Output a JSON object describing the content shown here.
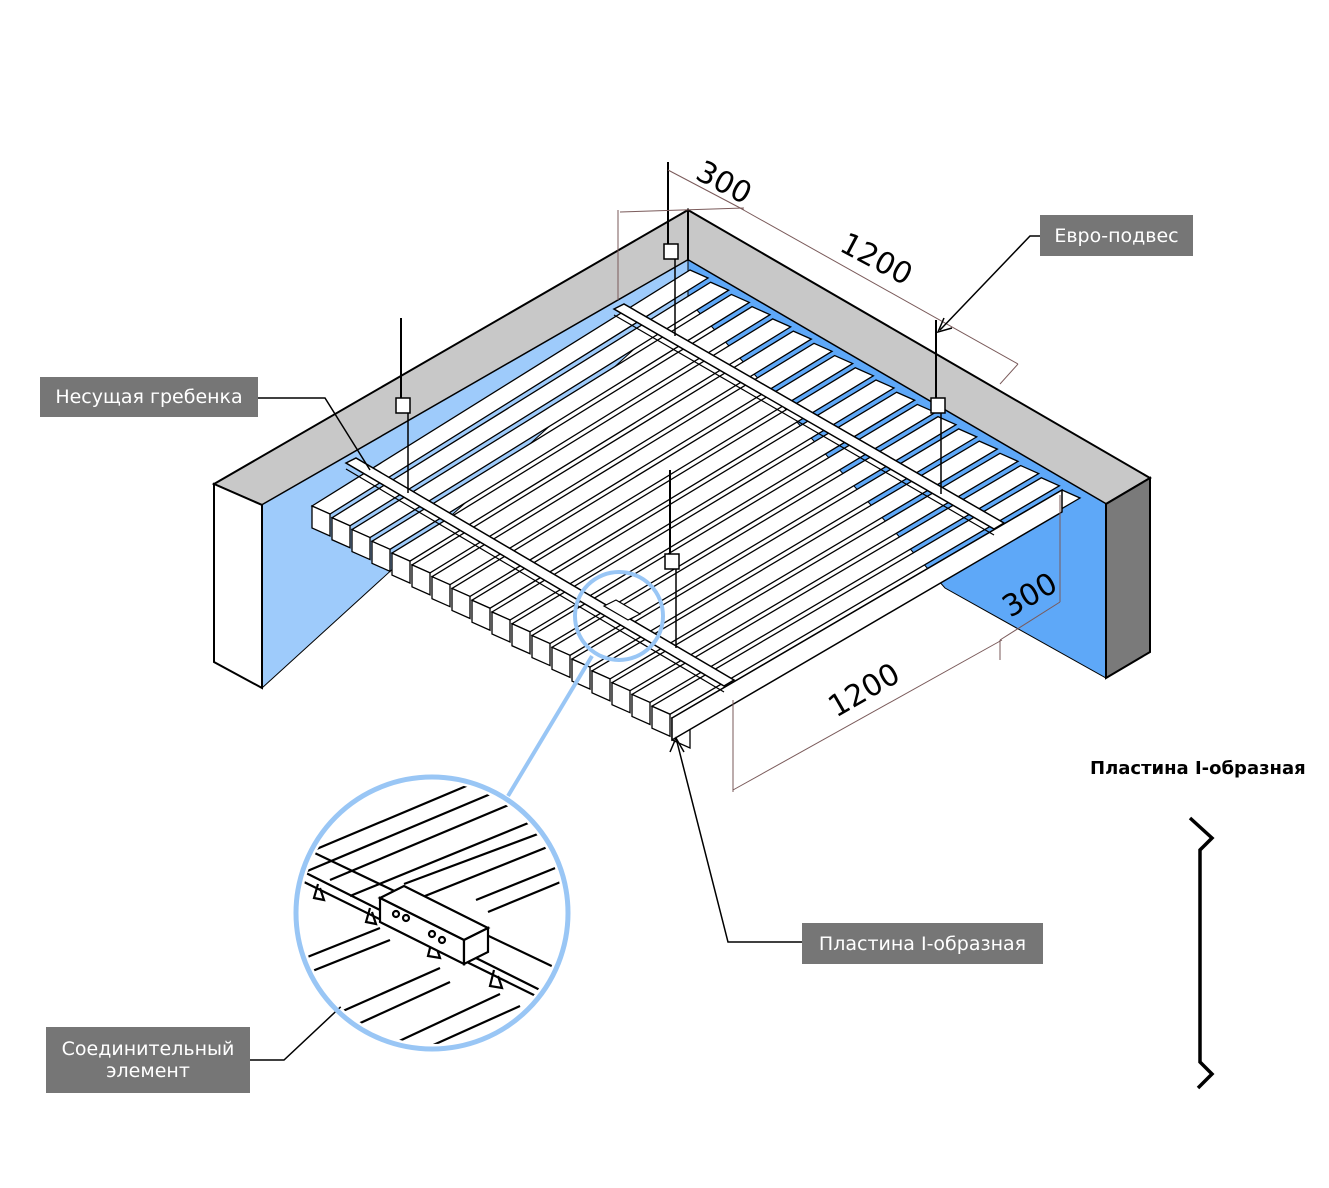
{
  "labels": {
    "carrier": "Несущая гребенка",
    "hanger": "Евро-подвес",
    "panel": "Пластина I-образная",
    "connector_line1": "Соединительный",
    "connector_line2": "элемент",
    "profile_title": "Пластина I-образная"
  },
  "dimensions": {
    "hanger_spacing_top": "300",
    "length_top": "1200",
    "side_offset": "300",
    "length_bottom": "1200"
  },
  "colors": {
    "wall_blue": "#5ea8f8",
    "wall_blue_light": "#9ecbfb",
    "wall_top_grey": "#c8c8c8",
    "wall_end_grey": "#7a7a7a",
    "callout_bg": "#767676",
    "magnifier_ring": "#99c6f5"
  }
}
